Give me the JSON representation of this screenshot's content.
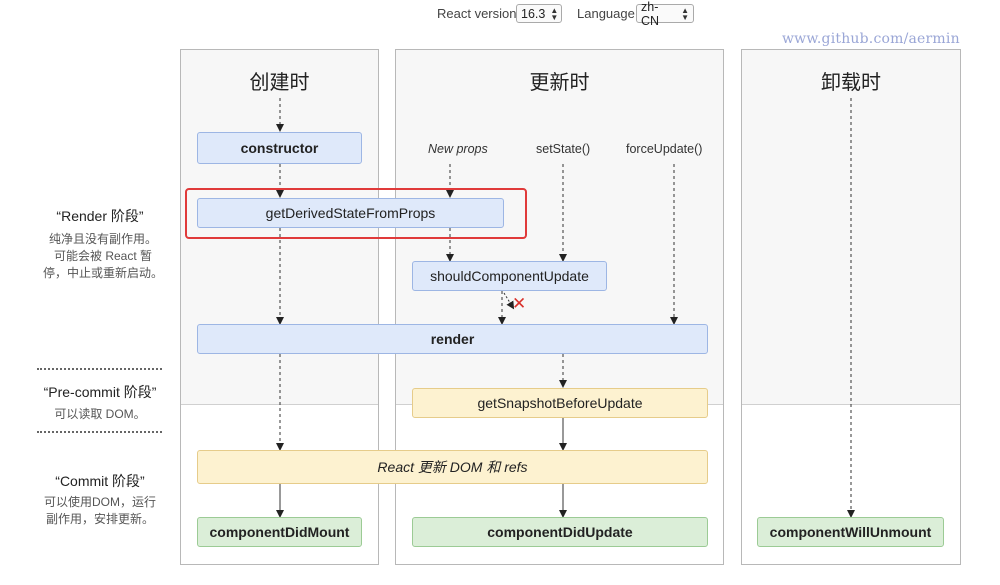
{
  "controls": {
    "react_version_label": "React version",
    "react_version_value": "16.3",
    "language_label": "Language",
    "language_value": "zh-CN"
  },
  "watermark": "www.github.com/aermin",
  "columns": {
    "mount": "创建时",
    "update": "更新时",
    "unmount": "卸载时"
  },
  "phases": {
    "render": {
      "title": "“Render 阶段”",
      "desc_lines": [
        "纯净且没有副作用。",
        "可能会被 React 暂",
        "停，中止或重新启动。"
      ]
    },
    "precommit": {
      "title": "“Pre-commit 阶段”",
      "desc_lines": [
        "可以读取 DOM。"
      ]
    },
    "commit": {
      "title": "“Commit 阶段”",
      "desc_lines": [
        "可以使用DOM，运行",
        "副作用，安排更新。"
      ]
    }
  },
  "triggers": {
    "new_props": "New props",
    "set_state": "setState()",
    "force_update": "forceUpdate()"
  },
  "nodes": {
    "constructor": "constructor",
    "get_derived_state": "getDerivedStateFromProps",
    "should_update": "shouldComponentUpdate",
    "render": "render",
    "get_snapshot": "getSnapshotBeforeUpdate",
    "react_update_dom": "React 更新 DOM 和 refs",
    "did_mount": "componentDidMount",
    "did_update": "componentDidUpdate",
    "will_unmount": "componentWillUnmount"
  },
  "colors": {
    "render_node": "#dfe9fa",
    "precommit_node": "#fdf2d0",
    "commit_node": "#dbeed8",
    "highlight": "#e03a3a",
    "cancel_mark": "#d9312b"
  },
  "icons": {
    "cancel": "x-mark-icon"
  }
}
